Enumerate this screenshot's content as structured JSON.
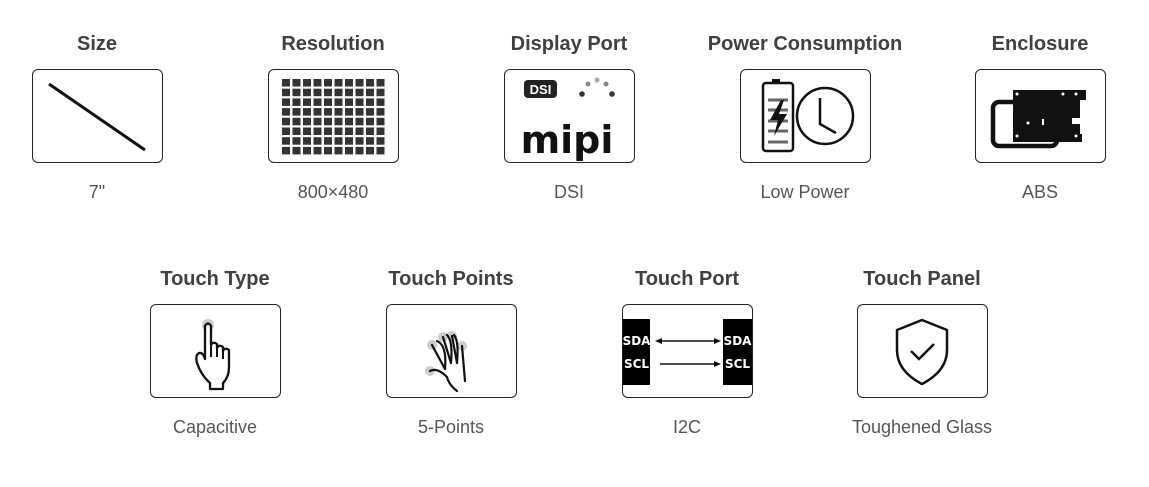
{
  "specs_row1": [
    {
      "title": "Size",
      "value": "7\"",
      "icon": "diagonal-line-icon"
    },
    {
      "title": "Resolution",
      "value": "800×480",
      "icon": "pixel-grid-icon"
    },
    {
      "title": "Display Port",
      "value": "DSI",
      "icon": "mipi-dsi-logo"
    },
    {
      "title": "Power Consumption",
      "value": "Low Power",
      "icon": "battery-clock-icon"
    },
    {
      "title": "Enclosure",
      "value": "ABS",
      "icon": "enclosure-board-icon"
    }
  ],
  "specs_row2": [
    {
      "title": "Touch Type",
      "value": "Capacitive",
      "icon": "finger-touch-icon"
    },
    {
      "title": "Touch Points",
      "value": "5-Points",
      "icon": "hand-five-touch-icon"
    },
    {
      "title": "Touch Port",
      "value": "I2C",
      "icon": "i2c-bus-icon",
      "labels": [
        "SDA",
        "SCL"
      ]
    },
    {
      "title": "Touch Panel",
      "value": "Toughened Glass",
      "icon": "shield-check-icon"
    }
  ],
  "logo_text": {
    "dsi": "DSI",
    "mipi": "mipi"
  }
}
